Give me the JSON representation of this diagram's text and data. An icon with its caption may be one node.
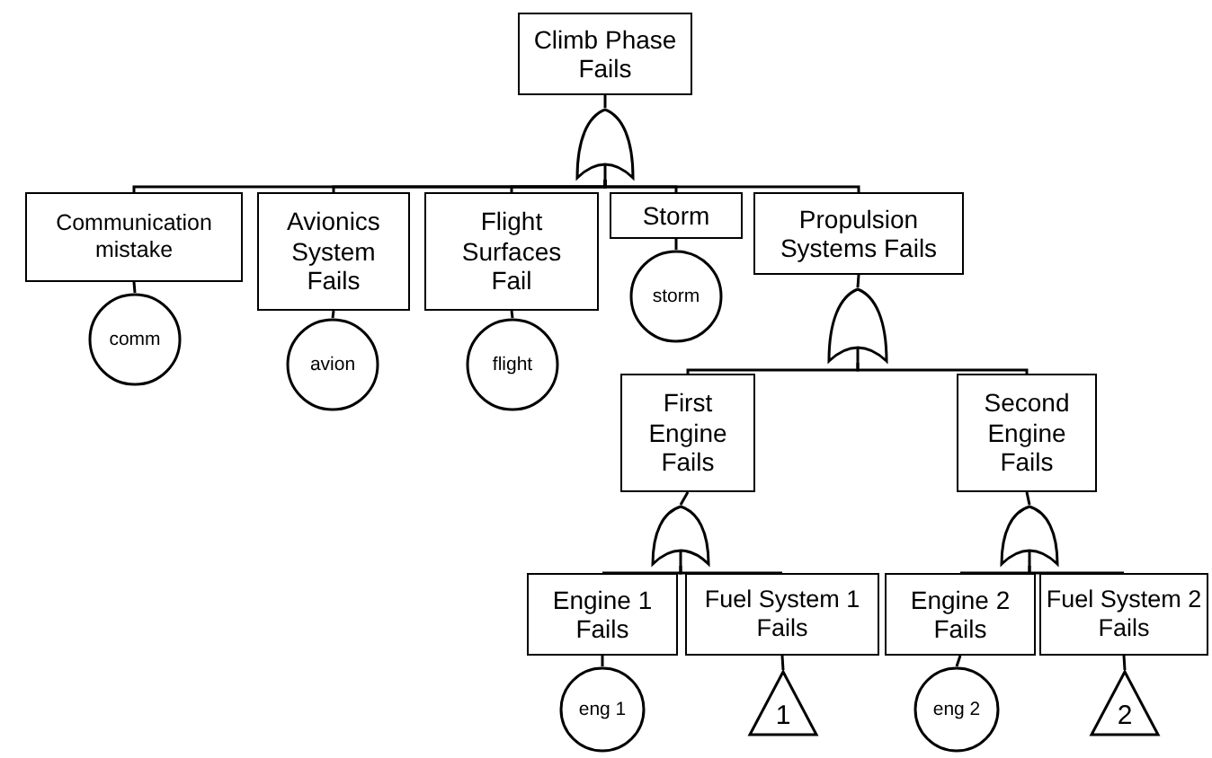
{
  "diagram": {
    "nodes": [
      {
        "text": [
          "Climb Phase Fails"
        ]
      },
      {
        "text": [],
        "shape": "gate"
      },
      {
        "text": [
          "Communication mistake"
        ]
      },
      {
        "text": [
          "Avionics System Fails"
        ]
      },
      {
        "text": [
          "Flight Surfaces Fail"
        ]
      },
      {
        "text": [
          "Storm"
        ]
      },
      {
        "text": [
          "Propulsion Systems Fails"
        ]
      },
      {
        "text": [
          "comm"
        ]
      },
      {
        "text": [
          "avion"
        ]
      },
      {
        "text": [
          "flight"
        ]
      },
      {
        "text": [
          "storm"
        ]
      },
      {
        "text": [],
        "shape": "gate"
      },
      {
        "text": [
          "First Engine Fails"
        ]
      },
      {
        "text": [
          "Second Engine Fails"
        ]
      },
      {
        "text": [],
        "shape": "gate"
      },
      {
        "text": [],
        "shape": "gate"
      },
      {
        "text": [
          "Engine 1 Fails"
        ]
      },
      {
        "text": [
          "Fuel System 1 Fails"
        ]
      },
      {
        "text": [
          "Engine 2 Fails"
        ]
      },
      {
        "text": [
          "Fuel System 2 Fails"
        ]
      },
      {
        "text": [
          "eng 1"
        ]
      },
      {
        "text": [
          "1"
        ]
      },
      {
        "text": [
          "eng 2"
        ]
      },
      {
        "text": [
          "2"
        ]
      }
    ],
    "edges": [
      {
        "from": 0,
        "to": 1,
        "arrow": "none"
      },
      {
        "from": 1,
        "to": 2,
        "arrow": "none"
      },
      {
        "from": 1,
        "to": 3,
        "arrow": "none"
      },
      {
        "from": 1,
        "to": 4,
        "arrow": "none"
      },
      {
        "from": 1,
        "to": 5,
        "arrow": "none"
      },
      {
        "from": 1,
        "to": 6,
        "arrow": "none"
      },
      {
        "from": 2,
        "to": 7,
        "arrow": "none"
      },
      {
        "from": 3,
        "to": 8,
        "arrow": "none"
      },
      {
        "from": 4,
        "to": 9,
        "arrow": "none"
      },
      {
        "from": 5,
        "to": 10,
        "arrow": "none"
      },
      {
        "from": 6,
        "to": 11,
        "arrow": "none"
      },
      {
        "from": 11,
        "to": 12,
        "arrow": "none"
      },
      {
        "from": 11,
        "to": 13,
        "arrow": "none"
      },
      {
        "from": 12,
        "to": 14,
        "arrow": "none"
      },
      {
        "from": 13,
        "to": 15,
        "arrow": "none"
      },
      {
        "from": 14,
        "to": 16,
        "arrow": "none"
      },
      {
        "from": 14,
        "to": 17,
        "arrow": "none"
      },
      {
        "from": 15,
        "to": 18,
        "arrow": "none"
      },
      {
        "from": 15,
        "to": 19,
        "arrow": "none"
      },
      {
        "from": 16,
        "to": 20,
        "arrow": "none"
      },
      {
        "from": 17,
        "to": 21,
        "arrow": "none"
      },
      {
        "from": 18,
        "to": 22,
        "arrow": "none"
      },
      {
        "from": 19,
        "to": 23,
        "arrow": "none"
      }
    ]
  }
}
